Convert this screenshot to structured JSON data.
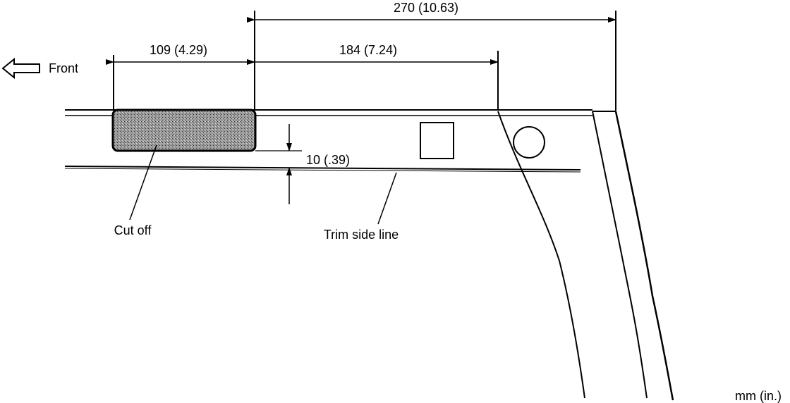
{
  "dimensions": {
    "overall": "270 (10.63)",
    "front_section": "109 (4.29)",
    "middle_section": "184 (7.24)",
    "offset": "10 (.39)"
  },
  "labels": {
    "front": "Front",
    "cut_off": "Cut off",
    "trim_side_line": "Trim side line",
    "units": "mm (in.)"
  },
  "colors": {
    "line": "#000000",
    "hatch": "#7a7a7a",
    "background": "#ffffff"
  }
}
